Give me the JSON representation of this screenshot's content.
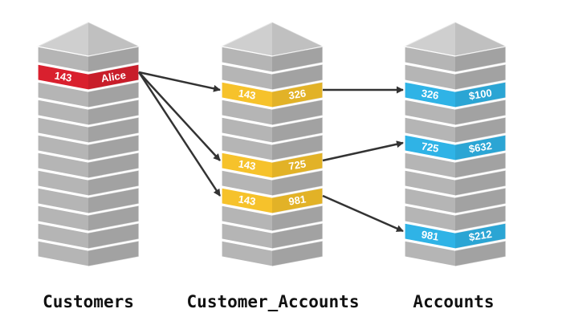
{
  "diagram": {
    "tables": [
      {
        "id": "customers",
        "name": "Customers",
        "highlight_color": "#d9202e",
        "rows": [
          {
            "slot": 1,
            "values": [
              "143",
              "Alice"
            ]
          }
        ]
      },
      {
        "id": "customer_accounts",
        "name": "Customer_Accounts",
        "highlight_color": "#f6c22b",
        "rows": [
          {
            "slot": 2,
            "values": [
              "143",
              "326"
            ]
          },
          {
            "slot": 6,
            "values": [
              "143",
              "725"
            ]
          },
          {
            "slot": 8,
            "values": [
              "143",
              "981"
            ]
          }
        ]
      },
      {
        "id": "accounts",
        "name": "Accounts",
        "highlight_color": "#2fb3e6",
        "rows": [
          {
            "slot": 2,
            "values": [
              "326",
              "$100"
            ]
          },
          {
            "slot": 5,
            "values": [
              "725",
              "$632"
            ]
          },
          {
            "slot": 10,
            "values": [
              "981",
              "$212"
            ]
          }
        ]
      }
    ],
    "links": [
      {
        "from": "customers.0",
        "to": "customer_accounts.0"
      },
      {
        "from": "customers.0",
        "to": "customer_accounts.1"
      },
      {
        "from": "customers.0",
        "to": "customer_accounts.2"
      },
      {
        "from": "customer_accounts.0",
        "to": "accounts.0"
      },
      {
        "from": "customer_accounts.1",
        "to": "accounts.1"
      },
      {
        "from": "customer_accounts.2",
        "to": "accounts.2"
      }
    ],
    "colors": {
      "slab": "#b5b5b5",
      "slab_dark": "#989898",
      "slab_light": "#cfcfcf",
      "arrow": "#333333"
    }
  }
}
